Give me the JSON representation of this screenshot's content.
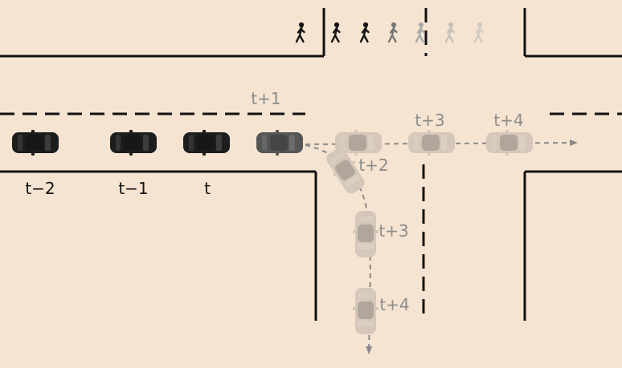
{
  "labels": {
    "t_minus_2": "t−2",
    "t_minus_1": "t−1",
    "t": "t",
    "t_plus_1": "t+1",
    "t_plus_2": "t+2",
    "t_plus_3_straight": "t+3",
    "t_plus_4_straight": "t+4",
    "t_plus_3_turn": "t+3",
    "t_plus_4_turn": "t+4"
  },
  "colors": {
    "background": "#f5e4d1",
    "road_line": "#111111",
    "past_car": "#1d1d1d",
    "current_car": "#555555",
    "future_car": "#d4c7b9",
    "predicted_path": "#8a8a8a",
    "past_label": "#111111",
    "future_label": "#8c8c8c"
  },
  "icons": {
    "pedestrian": "walking-person-icon",
    "car": "car-topview-icon"
  }
}
